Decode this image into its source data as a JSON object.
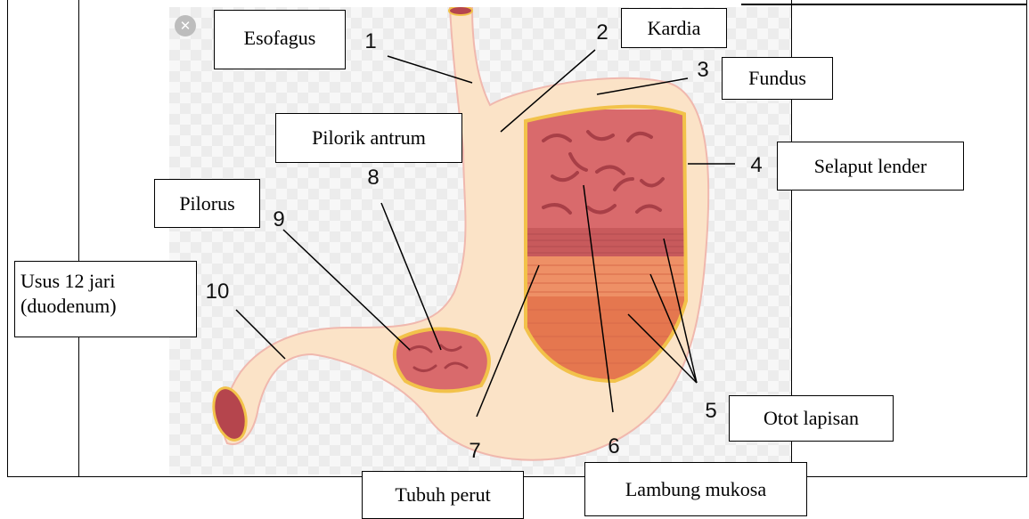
{
  "labels": {
    "esofagus": "Esofagus",
    "kardia": "Kardia",
    "fundus": "Fundus",
    "pilorik_antrum": "Pilorik antrum",
    "selaput_lender": "Selaput lender",
    "pilorus": "Pilorus",
    "usus_line1": "Usus 12 jari",
    "usus_line2": "(duodenum)",
    "otot_lapisan": "Otot lapisan",
    "tubuh_perut": "Tubuh perut",
    "lambung_mukosa": "Lambung mukosa"
  },
  "numbers": {
    "n1": "1",
    "n2": "2",
    "n3": "3",
    "n4": "4",
    "n5": "5",
    "n6": "6",
    "n7": "7",
    "n8": "8",
    "n9": "9",
    "n10": "10"
  },
  "close_icon_glyph": "✕",
  "icons": {
    "close": "close-icon"
  },
  "colors": {
    "stomach_fill": "#fbe3c7",
    "mucosa": "#d96a6c",
    "muscle": "#e98a64",
    "outline_yellow": "#f2c24a"
  }
}
